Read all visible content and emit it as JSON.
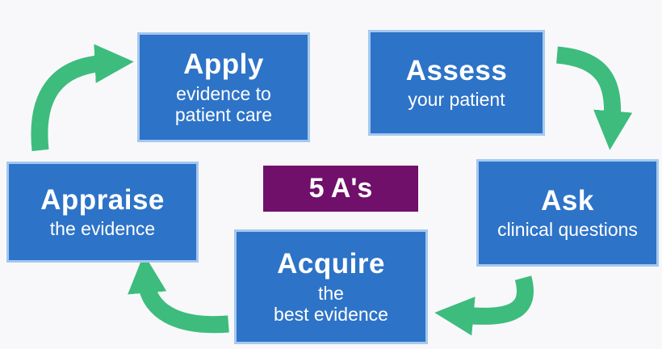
{
  "diagram": {
    "center_label": "5 A's",
    "boxes": {
      "apply": {
        "title": "Apply",
        "subtitle": "evidence to\npatient care"
      },
      "assess": {
        "title": "Assess",
        "subtitle": "your patient"
      },
      "ask": {
        "title": "Ask",
        "subtitle": "clinical questions"
      },
      "acquire": {
        "title": "Acquire",
        "subtitle": "the\nbest evidence"
      },
      "appraise": {
        "title": "Appraise",
        "subtitle": "the evidence"
      }
    },
    "arrows": [
      "appraise-to-apply",
      "assess-to-ask",
      "ask-to-acquire",
      "acquire-to-appraise"
    ],
    "colors": {
      "box_fill": "#2d73c8",
      "box_border": "#a5c8ee",
      "center_fill": "#70106b",
      "arrow_green": "#3dbc7d",
      "text": "#ffffff",
      "background": "#f8f8fa"
    }
  }
}
